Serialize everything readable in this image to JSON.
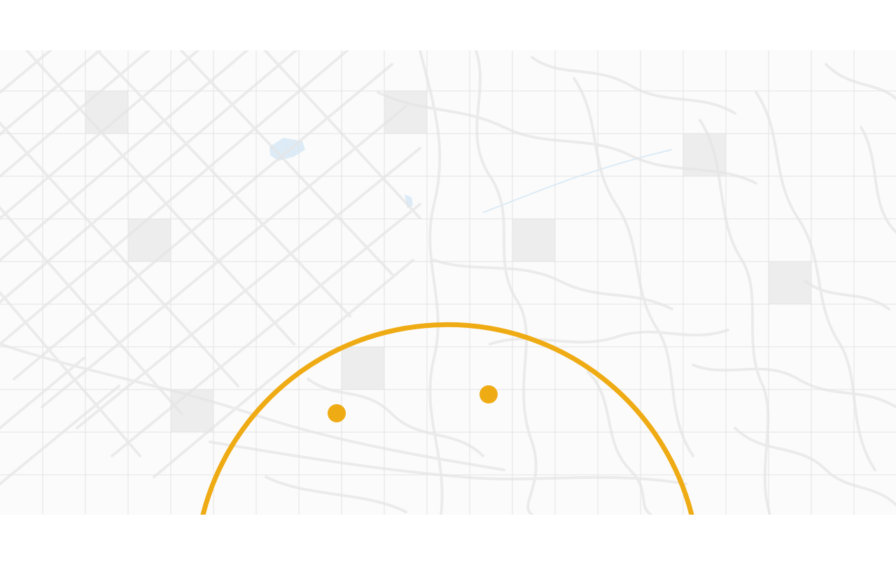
{
  "map": {
    "style": "light-gray basemap",
    "accent_color": "#EFAB14",
    "grid_line_color": "#E3E3E3",
    "tile_shade_color": "#EDEDED",
    "water_color": "#DCEBF6",
    "road_color": "#E6E6E6",
    "layers": [
      {
        "name": "tile-grid",
        "icon": "grid"
      },
      {
        "name": "street-network",
        "icon": "roads"
      },
      {
        "name": "route-arc",
        "icon": "arc"
      },
      {
        "name": "route-vertices",
        "icon": "point",
        "count": 2
      }
    ]
  }
}
